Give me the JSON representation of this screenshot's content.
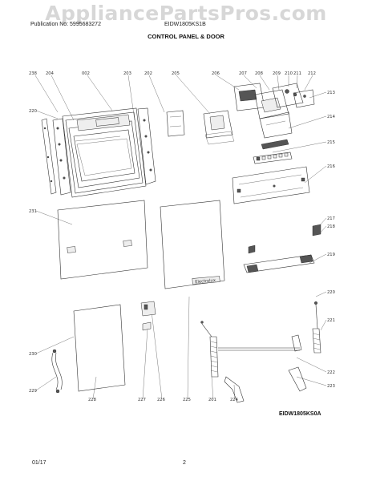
{
  "watermark": "AppliancePartsPros.com",
  "header": {
    "publication": "Publication No: 5995683272",
    "model": "EIDW1805KS1B"
  },
  "section_title": "CONTROL PANEL & DOOR",
  "reference_code": "EIDW1805KS0A",
  "brand_label": "Electrolux",
  "footer": {
    "date": "01/17",
    "page": "2"
  },
  "part_numbers": {
    "p1": "238",
    "p2": "204",
    "p3": "002",
    "p4": "203",
    "p5": "202",
    "p6": "205",
    "p7": "206",
    "p8": "207",
    "p9": "208",
    "p10": "209",
    "p11": "210",
    "p12": "211",
    "p13": "212",
    "p14": "213",
    "p15": "214",
    "p16": "215",
    "p17": "216",
    "p18": "220",
    "p19": "231",
    "p20": "217",
    "p21": "218",
    "p22": "219",
    "p23": "220",
    "p24": "221",
    "p25": "222",
    "p26": "223",
    "p27": "230",
    "p28": "229",
    "p29": "228",
    "p30": "227",
    "p31": "226",
    "p32": "225",
    "p33": "201",
    "p34": "224"
  }
}
